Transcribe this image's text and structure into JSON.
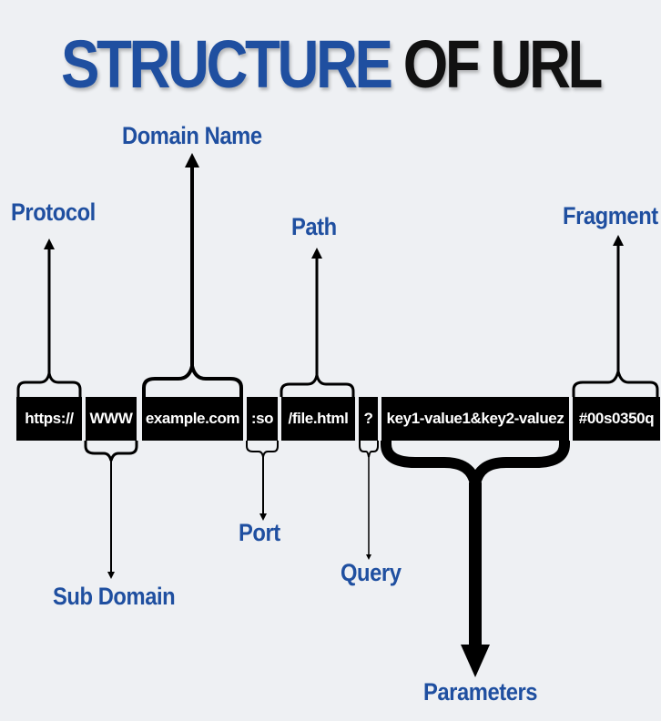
{
  "title": {
    "part1": "STRUCTURE",
    "part2": "OF URL"
  },
  "segments": {
    "protocol": "https://",
    "subdomain": "WWW",
    "domain": "example.com",
    "port": ":so",
    "path": "/file.html",
    "query": "?",
    "params": "key1-value1&key2-valuez",
    "fragment": "#00s0350q"
  },
  "labels": {
    "protocol": "Protocol",
    "domain": "Domain Name",
    "path": "Path",
    "fragment": "Fragment",
    "subdomain": "Sub Domain",
    "port": "Port",
    "query": "Query",
    "parameters": "Parameters"
  },
  "colors": {
    "accent": "#1f4fa0",
    "ink": "#000000",
    "background": "#eef0f3"
  }
}
